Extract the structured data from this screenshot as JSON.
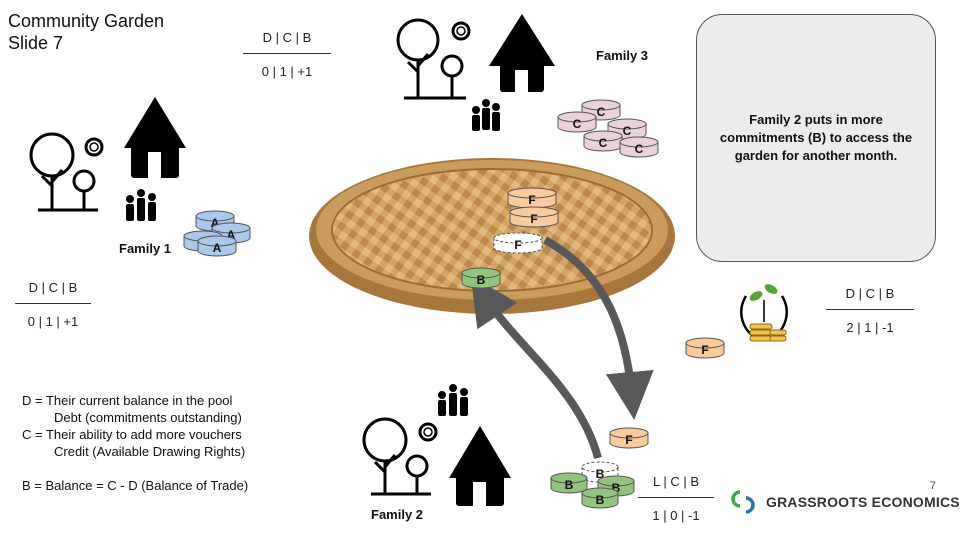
{
  "title": {
    "line1": "Community Garden",
    "line2": "Slide 7"
  },
  "callout": {
    "text": "Family 2 puts in more commitments (B) to access the garden for another month."
  },
  "families": [
    {
      "label": "Family 1",
      "token": "A"
    },
    {
      "label": "Family 2",
      "token": "B"
    },
    {
      "label": "Family 3",
      "token": "C"
    }
  ],
  "pool_token": "F",
  "formulas": {
    "top": {
      "header": "D | C | B",
      "values": "0 | 1 | +1"
    },
    "family1": {
      "header": "D | C | B",
      "values": "0 | 1 | +1"
    },
    "garden": {
      "header": "D | C | B",
      "values": "2 | 1 | -1"
    },
    "family2": {
      "header": "L | C | B",
      "values": "1 | 0 | -1"
    }
  },
  "legend": {
    "d_line": "D = Their current balance in the pool",
    "d_sub": "Debt (commitments outstanding)",
    "c_line": "C = Their ability to add more vouchers",
    "c_sub": "Credit (Available Drawing Rights)",
    "b_line": "B  = Balance = C - D (Balance of Trade)"
  },
  "slide_number": "7",
  "brand": {
    "name": "GRASSROOTS ECONOMICS"
  },
  "colors": {
    "token_a": "#a9c8ec",
    "token_b": "#93c47d",
    "token_c": "#ead1dc",
    "token_f": "#f9cb9c",
    "arrow": "#595959",
    "basket": "#c99c5e",
    "callout_bg": "#ececec"
  }
}
